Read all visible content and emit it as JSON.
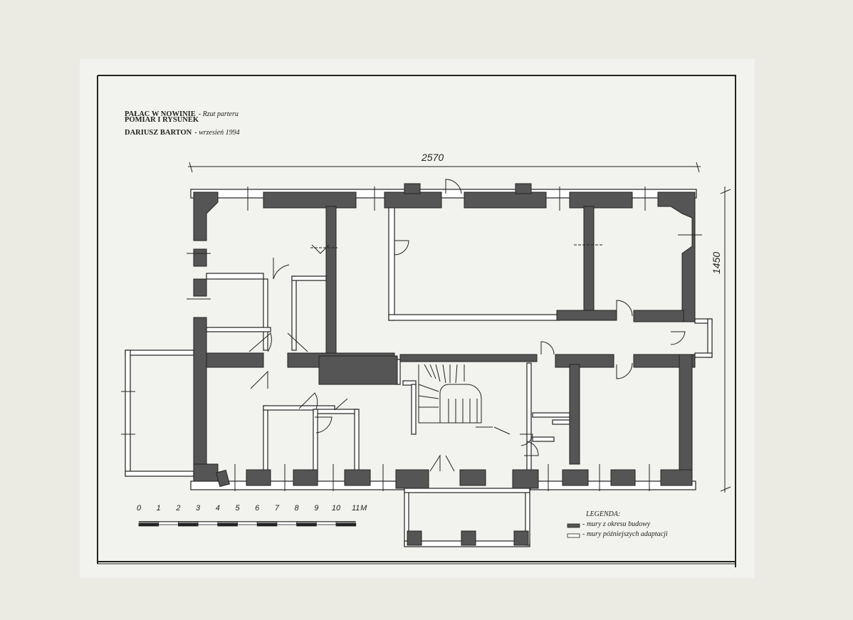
{
  "title_block": {
    "line1_bold": "PAŁAC W NOWINIE",
    "line1_italic": "- Rzut parteru",
    "line2": "POMIAR I RYSUNEK",
    "line3_bold": "DARIUSZ BARTON",
    "line3_italic": "- wrzesień 1994"
  },
  "dimensions": {
    "width": "2570",
    "height": "1450"
  },
  "scale_bar": {
    "labels": [
      "0",
      "1",
      "2",
      "3",
      "4",
      "5",
      "6",
      "7",
      "8",
      "9",
      "10",
      "11"
    ],
    "unit": "M"
  },
  "legend": {
    "title": "LEGENDA:",
    "items": [
      {
        "label": "- mury z okresu budowy",
        "color": "#555555"
      },
      {
        "label": "- mury późniejszych adaptacji",
        "color": "#ffffff"
      }
    ]
  },
  "colors": {
    "wall_original": "#555555",
    "wall_later": "#ffffff",
    "ink": "#222222"
  }
}
